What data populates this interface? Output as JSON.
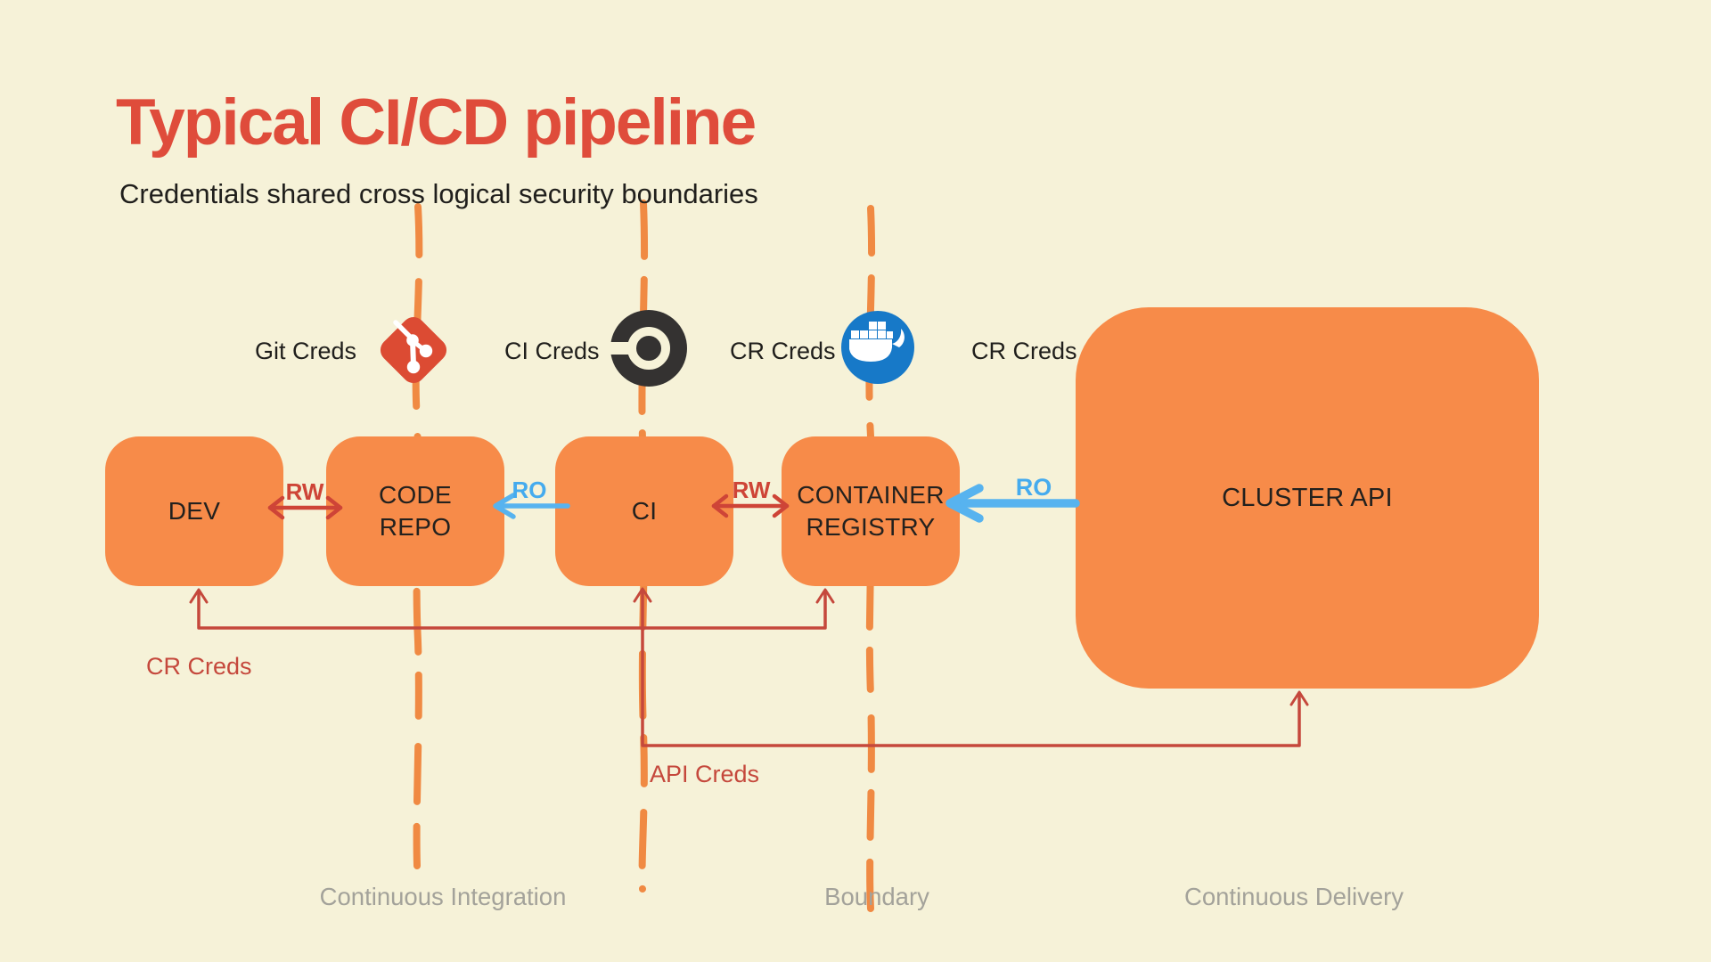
{
  "header": {
    "title": "Typical CI/CD pipeline",
    "subtitle": "Credentials shared cross logical security boundaries"
  },
  "colors": {
    "background": "#f6f2d8",
    "box_orange": "#f78b49",
    "title_red": "#df4c3b",
    "line_red": "#c5483c",
    "arrow_red": "#ce4437",
    "arrow_blue": "#57b3ef",
    "dash_orange": "#f08a43",
    "text_dark": "#23211e",
    "muted_gray": "#a3a29a",
    "git_red": "#dc4b33",
    "circleci_dark": "#343231",
    "docker_blue": "#1779c8"
  },
  "credentials": [
    {
      "label": "Git Creds",
      "icon": "git-icon"
    },
    {
      "label": "CI Creds",
      "icon": "circleci-icon"
    },
    {
      "label": "CR Creds",
      "icon": "docker-icon"
    },
    {
      "label": "CR Creds",
      "icon": "none"
    }
  ],
  "nodes": [
    {
      "label": "DEV"
    },
    {
      "label": "CODE REPO"
    },
    {
      "label": "CI"
    },
    {
      "label": "CONTAINER REGISTRY"
    },
    {
      "label": "CLUSTER API"
    }
  ],
  "arrows": [
    {
      "label": "RW",
      "style": "red-bidirectional",
      "between": "DEV and CODE REPO"
    },
    {
      "label": "RO",
      "style": "blue-to-left",
      "between": "CI and CODE REPO"
    },
    {
      "label": "RW",
      "style": "red-bidirectional",
      "between": "CI and CONTAINER REGISTRY"
    },
    {
      "label": "RO",
      "style": "blue-to-left-thick",
      "between": "CLUSTER API and CONTAINER REGISTRY"
    }
  ],
  "connectors": [
    {
      "label": "CR Creds",
      "from": "DEV",
      "to": "CONTAINER REGISTRY"
    },
    {
      "label": "API Creds",
      "from": "CI",
      "to": "CLUSTER API"
    }
  ],
  "boundaries": [
    {
      "label": "Continuous Integration"
    },
    {
      "label": "Boundary"
    },
    {
      "label": "Continuous Delivery"
    }
  ]
}
